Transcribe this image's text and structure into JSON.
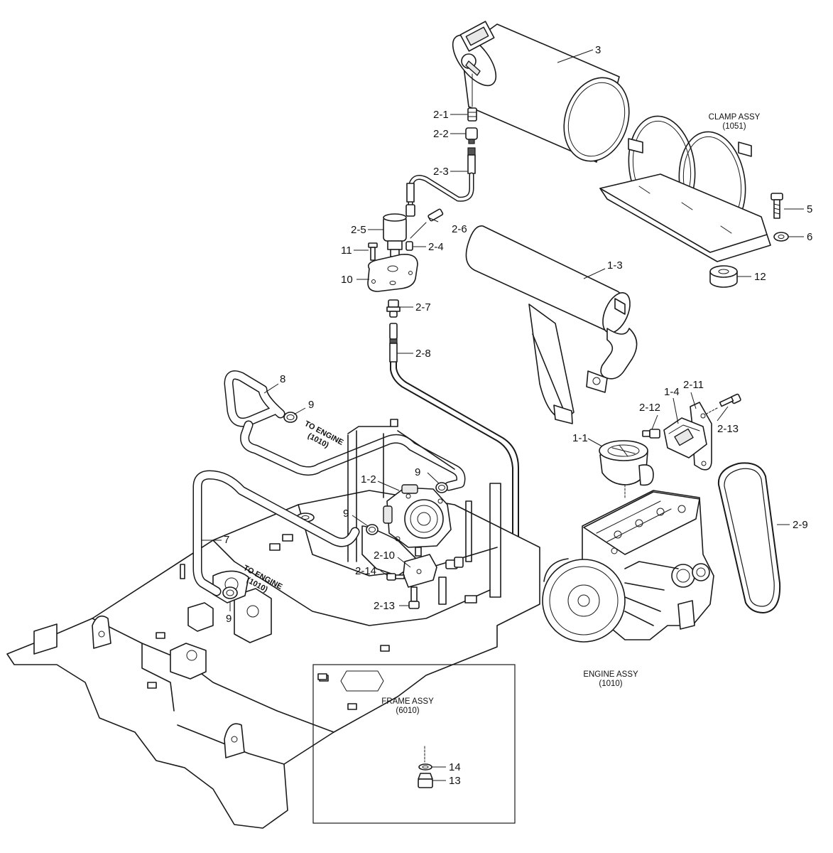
{
  "callouts": {
    "c3": "3",
    "c2_1": "2-1",
    "c2_2": "2-2",
    "c2_3": "2-3",
    "c2_5": "2-5",
    "c2_6": "2-6",
    "c2_4": "2-4",
    "c11": "11",
    "c10": "10",
    "c2_7": "2-7",
    "c2_8": "2-8",
    "c5": "5",
    "c6": "6",
    "c12": "12",
    "c1_3": "1-3",
    "c8": "8",
    "c9a": "9",
    "c9b": "9",
    "c9c": "9",
    "c9d": "9",
    "c1_2": "1-2",
    "c7": "7",
    "c2_10": "2-10",
    "c2_14": "2-14",
    "c2_13a": "2-13",
    "c1_1": "1-1",
    "c2_12": "2-12",
    "c1_4": "1-4",
    "c2_11": "2-11",
    "c2_13b": "2-13",
    "c2_9": "2-9",
    "c14": "14",
    "c13": "13"
  },
  "notes": {
    "to_engine_1_l1": "TO ENGINE",
    "to_engine_1_l2": "(1010)",
    "to_engine_2_l1": "TO ENGINE",
    "to_engine_2_l2": "(1010)"
  },
  "assemblies": {
    "clamp_l1": "CLAMP ASSY",
    "clamp_l2": "(1051)",
    "engine_l1": "ENGINE ASSY",
    "engine_l2": "(1010)",
    "frame_l1": "FRAME ASSY",
    "frame_l2": "(6010)"
  }
}
